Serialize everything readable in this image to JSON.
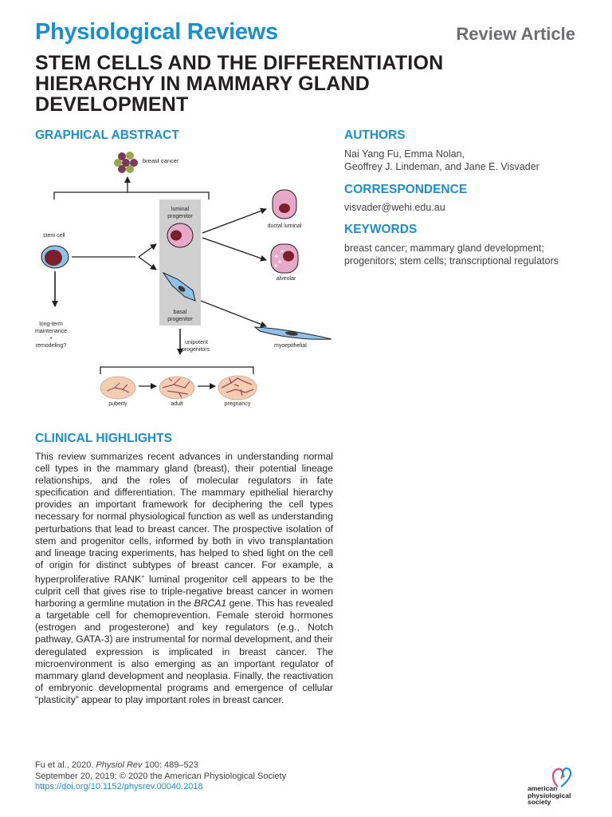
{
  "header": {
    "journal": "Physiological Reviews",
    "article_type": "Review Article",
    "title": "STEM CELLS AND THE DIFFERENTIATION HIERARCHY IN MAMMARY GLAND DEVELOPMENT"
  },
  "graphical_abstract": {
    "heading": "GRAPHICAL ABSTRACT",
    "labels": {
      "breast_cancer": "breast cancer",
      "luminal_progenitor_1": "luminal",
      "luminal_progenitor_2": "progenitor",
      "stem_cell": "stem cell",
      "ductal_luminal": "ductal luminal",
      "alveolar": "alveolar",
      "basal_progenitor_1": "basal",
      "basal_progenitor_2": "progenitor",
      "long_term_1": "long-term",
      "long_term_2": "maintenance",
      "long_term_3": "+",
      "long_term_4": "remodeling?",
      "unipotent_1": "unipotent",
      "unipotent_2": "progenitors",
      "myoepithelial": "myoepithelial",
      "puberty": "puberty",
      "adult": "adult",
      "pregnancy": "pregnancy"
    }
  },
  "authors": {
    "heading": "AUTHORS",
    "line1": "Nai Yang Fu, Emma Nolan,",
    "line2": "Geoffrey J. Lindeman, and Jane E. Visvader"
  },
  "correspondence": {
    "heading": "CORRESPONDENCE",
    "email": "visvader@wehi.edu.au"
  },
  "keywords": {
    "heading": "KEYWORDS",
    "text": "breast cancer; mammary gland development; progenitors; stem cells; transcriptional regulators"
  },
  "clinical_highlights": {
    "heading": "CLINICAL HIGHLIGHTS",
    "text_part1": "This review summarizes recent advances in understanding normal cell types in the mammary gland (breast), their potential lineage relationships, and the roles of molecular regulators in fate specification and differentiation. The mammary epithelial hierarchy provides an important framework for deciphering the cell types necessary for normal physiological function as well as understanding perturbations that lead to breast cancer. The prospective isolation of stem and progenitor cells, informed by both in vivo transplantation and lineage tracing experiments, has helped to shed light on the cell of origin for distinct subtypes of breast cancer. For example, a hyperproliferative RANK",
    "superscript": "+",
    "text_part2": " luminal progenitor cell appears to be the culprit cell that gives rise to triple-negative breast cancer in women harboring a germline mutation in the ",
    "gene": "BRCA1",
    "text_part3": " gene. This has revealed a targetable cell for chemoprevention. Female steroid hormones (estrogen and progesterone) and key regulators (e.g., Notch pathway, GATA-3) are instrumental for normal development, and their deregulated expression is implicated in breast cancer. The microenvironment is also emerging as an important regulator of mammary gland development and neoplasia. Finally, the reactivation of embryonic developmental programs and emergence of cellular “plasticity” appear to play important roles in breast cancer."
  },
  "footer": {
    "citation_pre": "Fu et al., 2020. ",
    "citation_journal": "Physiol Rev",
    "citation_post": " 100: 489–523",
    "dates": "September 20, 2019; © 2020 the American Physiological Society",
    "doi": "https://doi.org/10.1152/physrev.00040.2018"
  },
  "logo": {
    "line1": "american",
    "line2": "physiological",
    "line3": "society"
  }
}
